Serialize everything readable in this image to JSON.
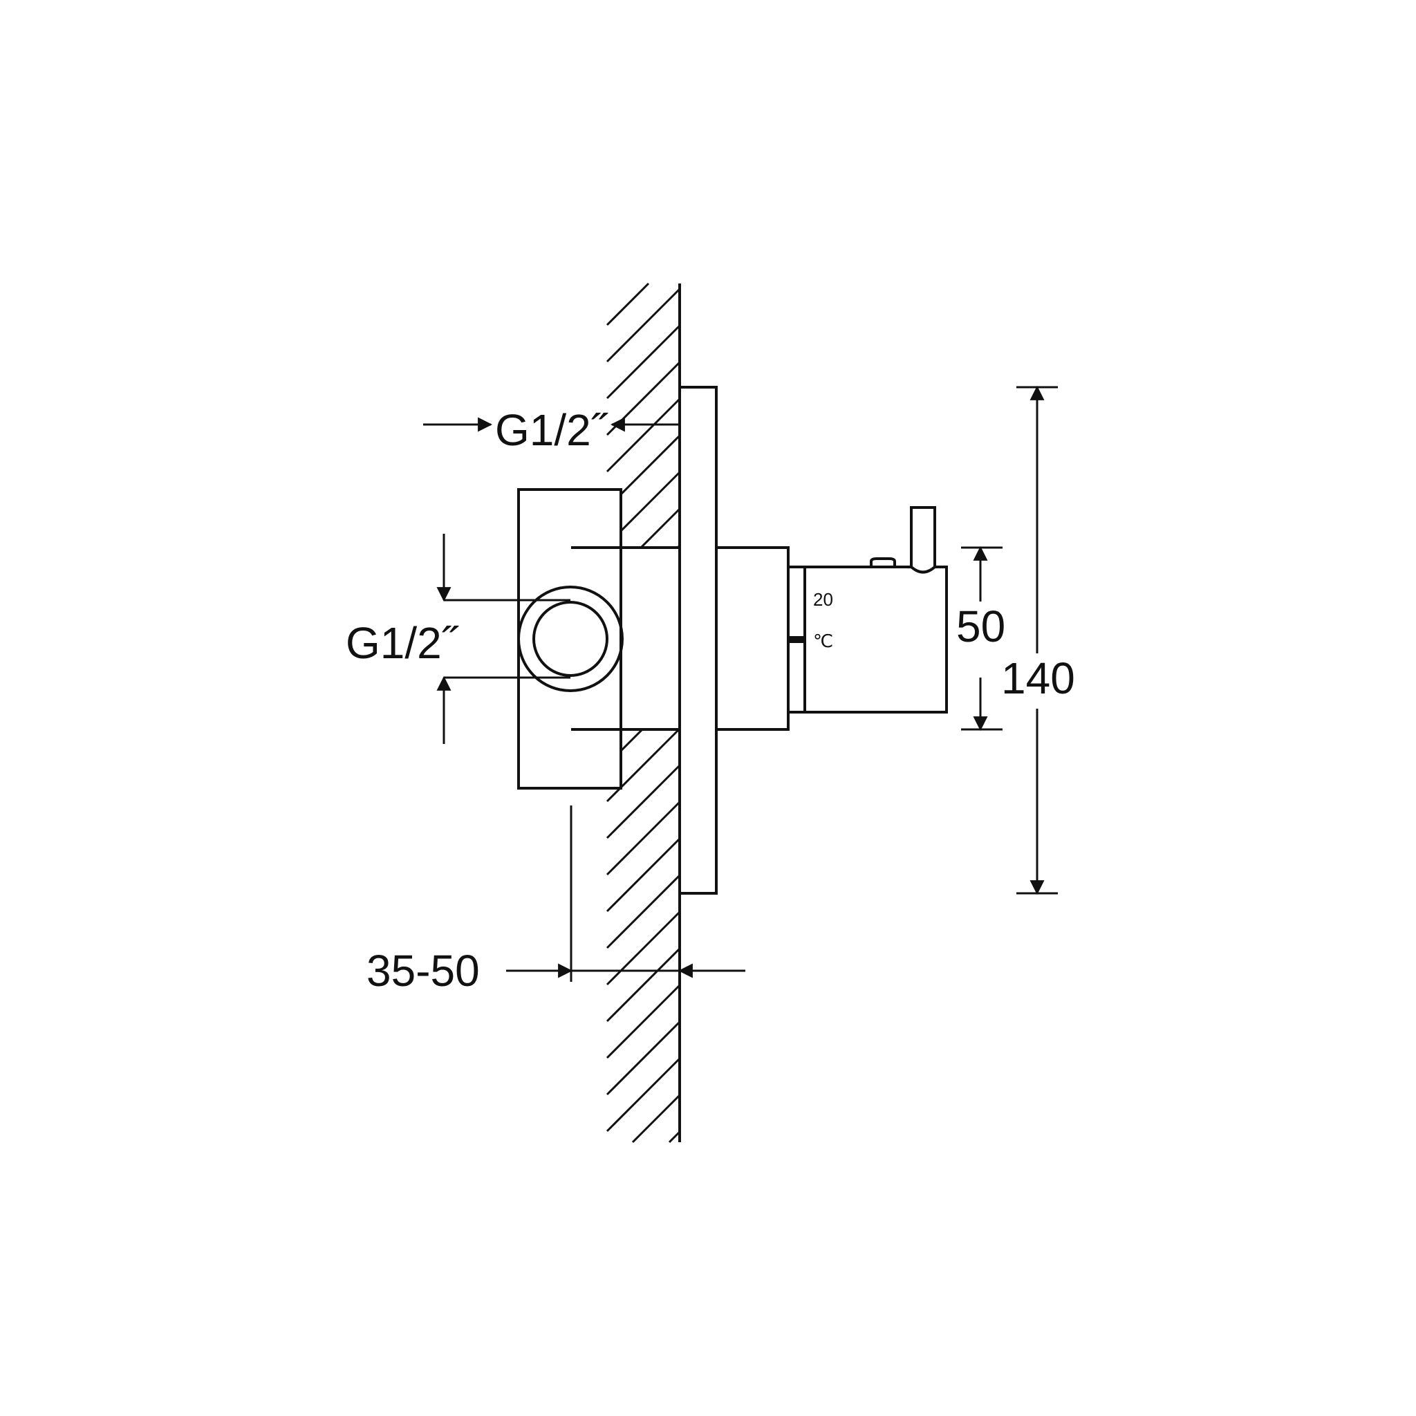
{
  "diagram": {
    "labels": {
      "inlet_top": "G1/2˝",
      "inlet_side": "G1/2˝",
      "wall_depth": "35-50",
      "handle_height": "50",
      "cover_height": "140",
      "temp_value": "20",
      "temp_unit": "℃"
    },
    "colors": {
      "line": "#111111",
      "background": "#ffffff"
    }
  }
}
